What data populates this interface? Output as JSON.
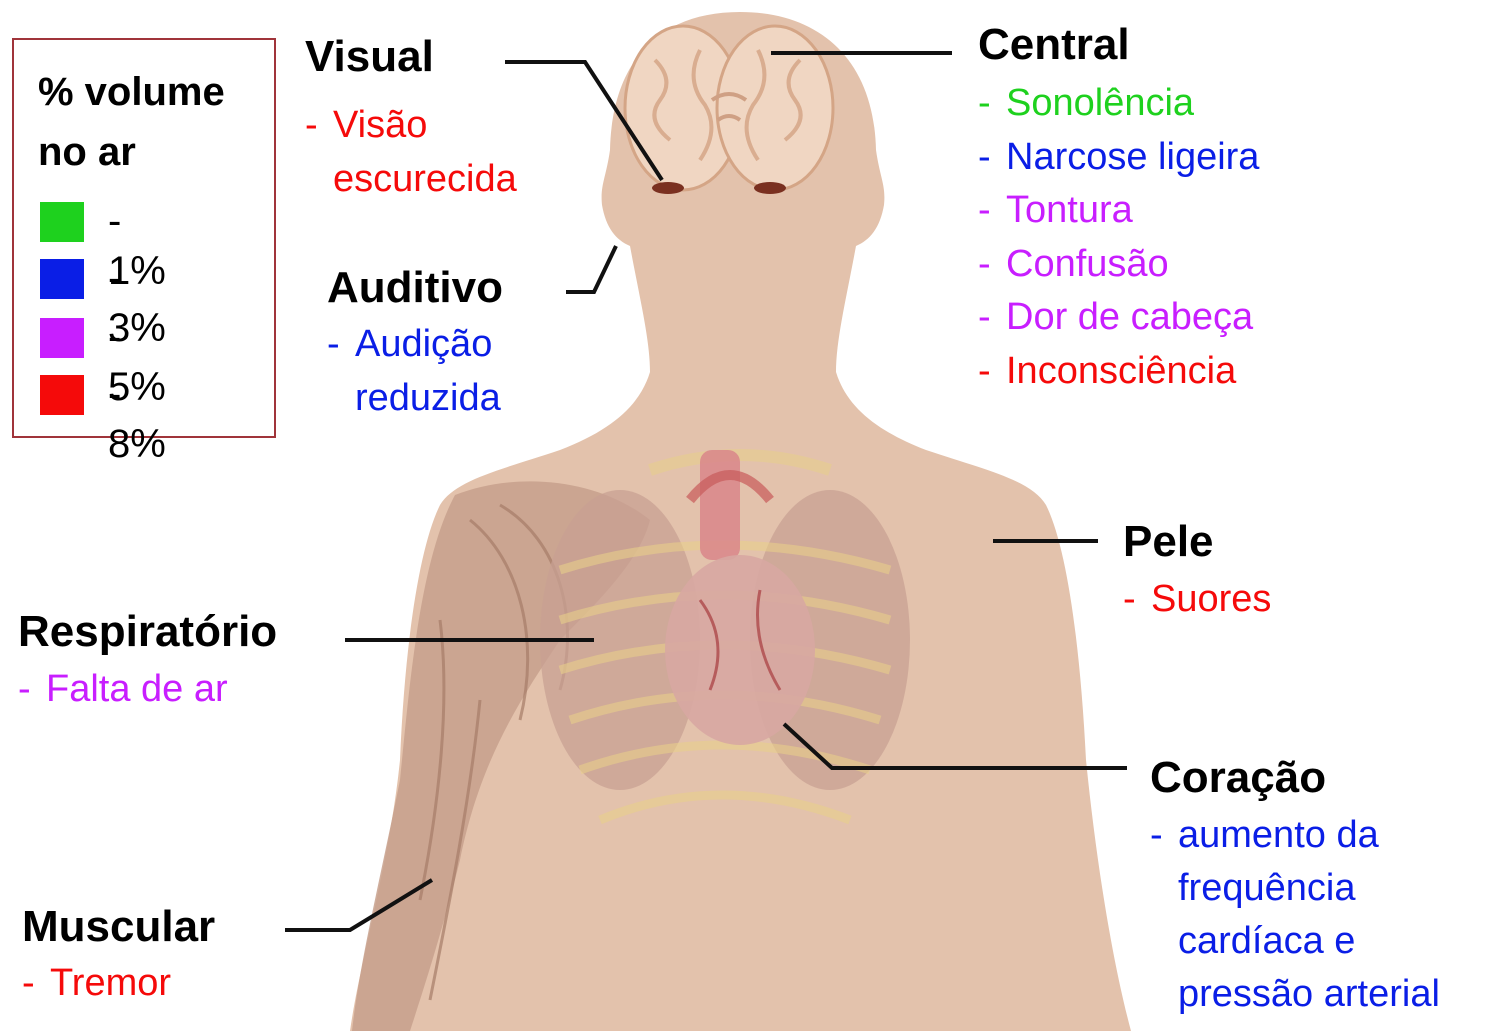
{
  "colors": {
    "pct1": "#1ed11e",
    "pct3": "#0a1ee6",
    "pct5": "#c81eff",
    "pct8": "#f50a0a",
    "skin": "#e3c2ac",
    "legend_border": "#a0343a"
  },
  "legend": {
    "title_line1": "% volume",
    "title_line2": "no ar",
    "items": [
      {
        "label": "- 1%",
        "color_key": "pct1"
      },
      {
        "label": "- 3%",
        "color_key": "pct3"
      },
      {
        "label": "- 5%",
        "color_key": "pct5"
      },
      {
        "label": "- 8%",
        "color_key": "pct8"
      }
    ]
  },
  "groups": {
    "visual": {
      "title": "Visual",
      "items": [
        "Visão",
        "escurecida"
      ]
    },
    "auditivo": {
      "title": "Auditivo",
      "items": [
        "Audição",
        "reduzida"
      ]
    },
    "central": {
      "title": "Central",
      "items": [
        "Sonolência",
        "Narcose ligeira",
        "Tontura",
        "Confusão",
        "Dor de cabeça",
        "Inconsciência"
      ]
    },
    "pele": {
      "title": "Pele",
      "items": [
        "Suores"
      ]
    },
    "respiratorio": {
      "title": "Respiratório",
      "items": [
        "Falta de ar"
      ]
    },
    "coracao": {
      "title": "Coração",
      "items": [
        "aumento da",
        "frequência",
        "cardíaca e",
        "pressão arterial"
      ]
    },
    "muscular": {
      "title": "Muscular",
      "items": [
        "Tremor"
      ]
    }
  }
}
